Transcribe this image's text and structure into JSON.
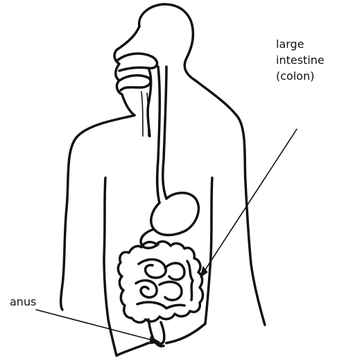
{
  "labels": {
    "large_intestine": [
      "large",
      "intestine",
      "(colon)"
    ],
    "anus": "anus"
  }
}
